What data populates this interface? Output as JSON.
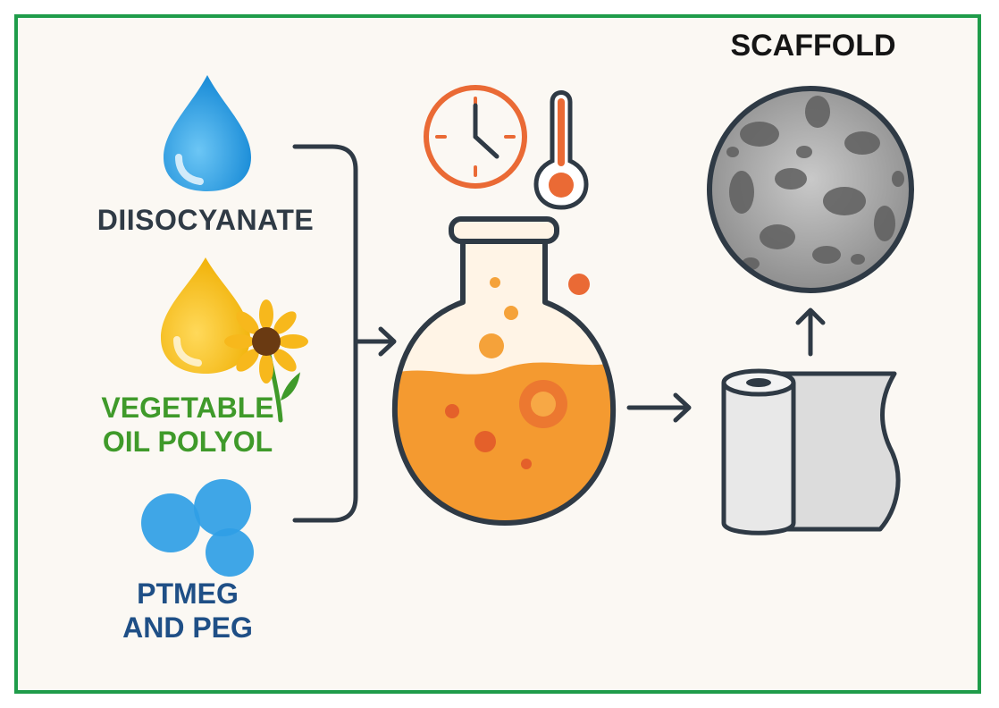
{
  "inputs": {
    "diisocyanate": "DIISOCYANATE",
    "vegetable_oil_line1": "VEGETABLE",
    "vegetable_oil_line2": "OIL POLYOL",
    "ptmeg_line1": "PTMEG",
    "ptmeg_line2": "AND PEG"
  },
  "output": {
    "scaffold": "SCAFFOLD"
  },
  "colors": {
    "frame_border": "#1f9c4a",
    "background": "#fbf8f3",
    "water_drop": "#2f9ee6",
    "oil_drop": "#f5c21a",
    "ptmeg_spheres": "#2f9ee6",
    "reaction_liquid": "#f49a30",
    "clock": "#ea6a35",
    "thermometer": "#ea6a35",
    "scaffold_pores": "#8f8f8f",
    "film": "#d8d8d8",
    "lines": "#2f3a45"
  }
}
